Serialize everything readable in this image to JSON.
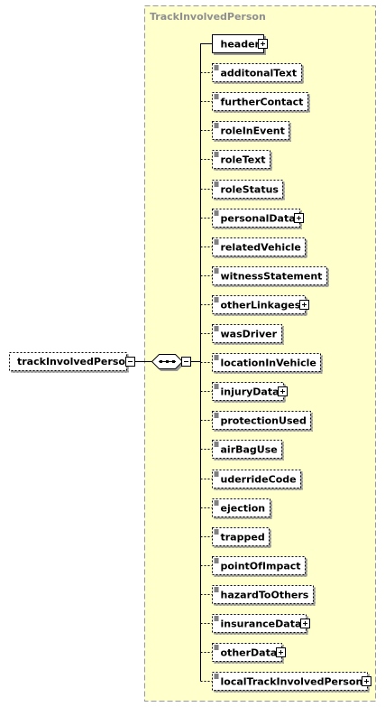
{
  "diagram": {
    "type_name": "TrackInvolvedPerson",
    "root": {
      "name": "trackInvolvedPerson",
      "expandable": true
    },
    "compositor": "sequence",
    "elements": [
      {
        "name": "header",
        "optional": false,
        "has_children": true
      },
      {
        "name": "additonalText",
        "optional": true,
        "has_children": false
      },
      {
        "name": "furtherContact",
        "optional": true,
        "has_children": false
      },
      {
        "name": "roleInEvent",
        "optional": true,
        "has_children": false
      },
      {
        "name": "roleText",
        "optional": true,
        "has_children": false
      },
      {
        "name": "roleStatus",
        "optional": true,
        "has_children": false
      },
      {
        "name": "personalData",
        "optional": true,
        "has_children": true
      },
      {
        "name": "relatedVehicle",
        "optional": true,
        "has_children": false
      },
      {
        "name": "witnessStatement",
        "optional": true,
        "has_children": false
      },
      {
        "name": "otherLinkages",
        "optional": true,
        "has_children": true
      },
      {
        "name": "wasDriver",
        "optional": true,
        "has_children": false
      },
      {
        "name": "locationInVehicle",
        "optional": true,
        "has_children": false
      },
      {
        "name": "injuryData",
        "optional": true,
        "has_children": true
      },
      {
        "name": "protectionUsed",
        "optional": true,
        "has_children": false
      },
      {
        "name": "airBagUse",
        "optional": true,
        "has_children": false
      },
      {
        "name": "uderrideCode",
        "optional": true,
        "has_children": false
      },
      {
        "name": "ejection",
        "optional": true,
        "has_children": false
      },
      {
        "name": "trapped",
        "optional": true,
        "has_children": false
      },
      {
        "name": "pointOfImpact",
        "optional": true,
        "has_children": false
      },
      {
        "name": "hazardToOthers",
        "optional": true,
        "has_children": false
      },
      {
        "name": "insuranceData",
        "optional": true,
        "has_children": true
      },
      {
        "name": "otherData",
        "optional": true,
        "has_children": true
      },
      {
        "name": "localTrackInvolvedPerson",
        "optional": true,
        "has_children": true
      }
    ],
    "colors": {
      "panel_fill": "#ffffcc",
      "panel_border": "#9a9a9a",
      "title_text": "#8f8f8f",
      "line": "#000000"
    }
  }
}
